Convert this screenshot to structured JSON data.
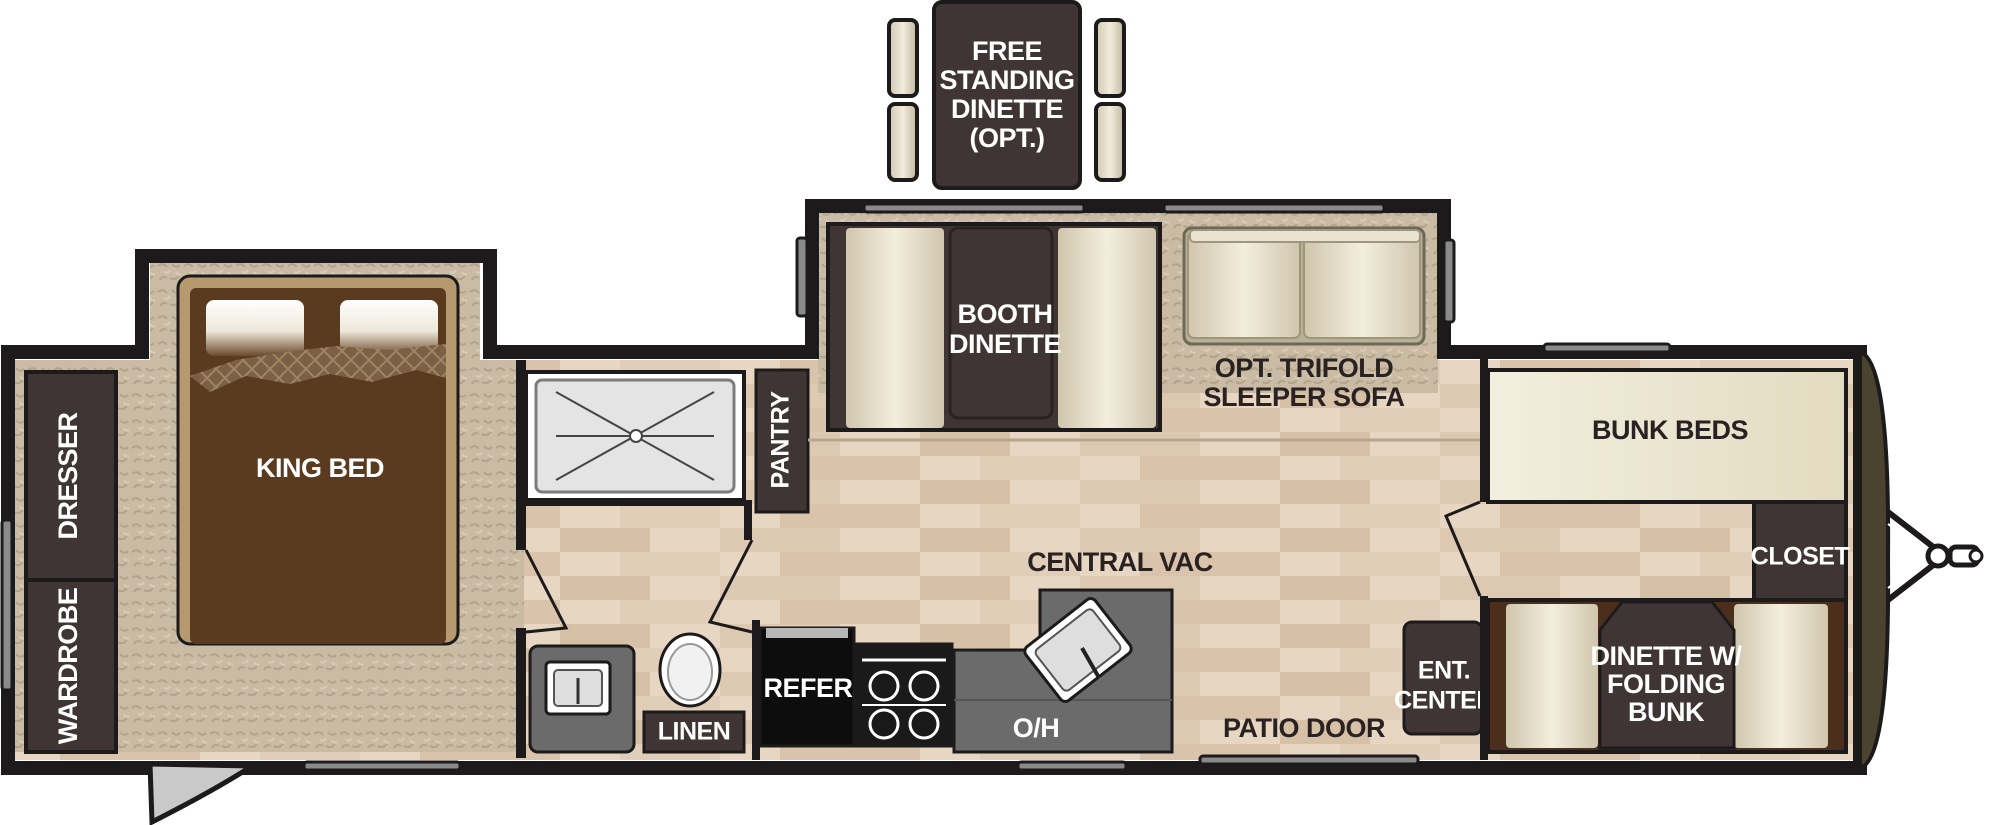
{
  "floorplan": {
    "labels": {
      "dinette_free_1": "FREE",
      "dinette_free_2": "STANDING",
      "dinette_free_3": "DINETTE",
      "dinette_free_4": "(OPT.)",
      "booth_1": "BOOTH",
      "booth_2": "DINETTE",
      "sofa_1": "OPT. TRIFOLD",
      "sofa_2": "SLEEPER SOFA",
      "king_bed": "KING BED",
      "dresser": "DRESSER",
      "wardrobe": "WARDROBE",
      "pantry": "PANTRY",
      "central_vac": "CENTRAL VAC",
      "bunk_beds": "BUNK BEDS",
      "closet": "CLOSET",
      "ent_1": "ENT.",
      "ent_2": "CENTER",
      "dinette_bunk_1": "DINETTE W/",
      "dinette_bunk_2": "FOLDING",
      "dinette_bunk_3": "BUNK",
      "refer": "REFER",
      "linen": "LINEN",
      "oh": "O/H",
      "patio_door": "PATIO DOOR"
    },
    "colors": {
      "wall": "#1c1a1a",
      "floor_wood": "#e3d3bf",
      "carpet": "#c6b8a2",
      "cabinet_dark": "#3f3534",
      "cushion": "#e8e0c9",
      "counter_gray": "#6b6b6b",
      "bed_brown": "#5a3b1f",
      "bunk_cream": "#ece7d2"
    }
  }
}
